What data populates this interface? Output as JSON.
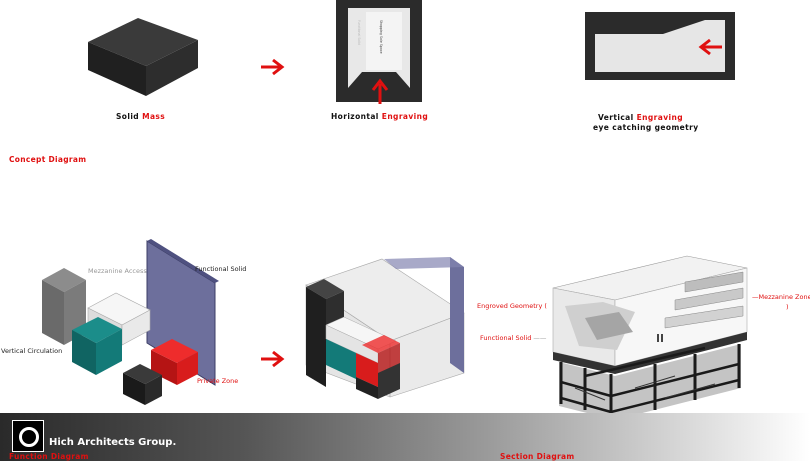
{
  "concept": {
    "solid_label": "Solid",
    "solid_accent": "Mass",
    "horizontal_label": "Horizontal",
    "horizontal_accent": "Engraving",
    "vertical_label": "Vertical",
    "vertical_accent": "Engraving",
    "vertical_sub": "eye catching geometry",
    "title": "Concept Diagram"
  },
  "function": {
    "mezzanine_access": "Mezzanine Access",
    "functional_solid": "Functional Solid",
    "vertical_circulation": "Vertical Circulation",
    "private_zone": "Private Zone",
    "title": "Function Diagram"
  },
  "section": {
    "engraved_geometry": "Engroved Geometry (",
    "functional_solid": "Functional Solid",
    "mezzanine_zone": "Mezzanine Zone",
    "mezzanine_bracket": ")",
    "title": "Section Diagram"
  },
  "footer": {
    "brand": "Hich Architects Group."
  },
  "colors": {
    "accent": "#e01010",
    "dark": "#2b2b2b",
    "teal": "#137a78",
    "indigo": "#6d6f9c"
  }
}
